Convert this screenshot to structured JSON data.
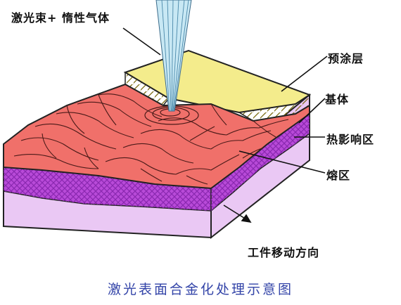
{
  "labels": {
    "laser_gas": "激光束+ 惰性气体",
    "precoat": "预涂层",
    "substrate": "基体",
    "haz": "热影响区",
    "melt_zone": "熔区",
    "direction": "工件移动方向"
  },
  "caption": "激光表面合金化处理示意图",
  "colors": {
    "melt": "#f0706a",
    "haz": "#b84ad8",
    "substrate": "#eac8f4",
    "coating": "#f4ec8c",
    "laser": "#c8e8f4",
    "caption": "#3344a8"
  }
}
